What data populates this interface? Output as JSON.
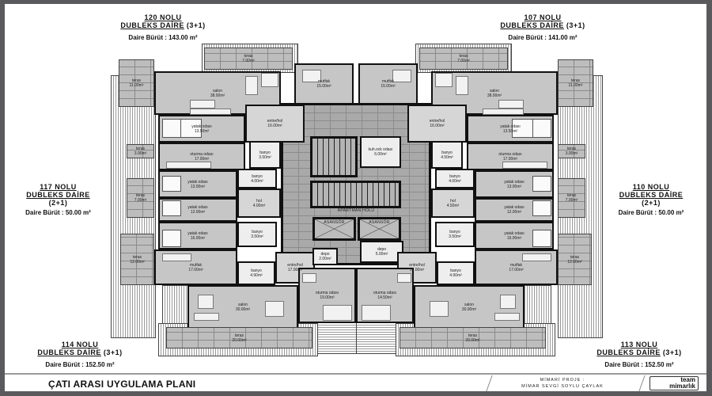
{
  "units": {
    "u120": {
      "no": "120 NOLU",
      "type": "DUBLEKS DAİRE",
      "rooms": "(3+1)",
      "area": "Daire Bürüt  : 143.00 m²"
    },
    "u107": {
      "no": "107 NOLU",
      "type": "DUBLEKS DAİRE",
      "rooms": "(3+1)",
      "area": "Daire Bürüt  : 141.00 m²"
    },
    "u117": {
      "no": "117 NOLU",
      "type": "DUBLEKS DAİRE",
      "rooms": "(2+1)",
      "area": "Daire Bürüt  : 50.00 m²"
    },
    "u110": {
      "no": "110 NOLU",
      "type": "DUBLEKS DAİRE",
      "rooms": "(2+1)",
      "area": "Daire Bürüt  : 50.00 m²"
    },
    "u114": {
      "no": "114 NOLU",
      "type": "DUBLEKS DAİRE",
      "rooms": "(3+1)",
      "area": "Daire Bürüt  : 152.50 m²"
    },
    "u113": {
      "no": "113 NOLU",
      "type": "DUBLEKS DAİRE",
      "rooms": "(3+1)",
      "area": "Daire Bürüt  : 152.50 m²"
    }
  },
  "rooms": {
    "l_teras_top": {
      "name": "teras",
      "area": "7.00m²"
    },
    "l_teras_11": {
      "name": "teras",
      "area": "11.00m²"
    },
    "l_salon": {
      "name": "salon",
      "area": "38.00m²"
    },
    "l_mutfak": {
      "name": "mutfak",
      "area": "15.00m²"
    },
    "l_yatak_135": {
      "name": "yatak odası",
      "area": "13.50m²"
    },
    "l_entrehol_16": {
      "name": "entre/hol",
      "area": "16.00m²"
    },
    "l_oturma_17": {
      "name": "oturma odası",
      "area": "17.00m²"
    },
    "l_banyo_35a": {
      "name": "banyo",
      "area": "3.50m²"
    },
    "l_teras_3": {
      "name": "teras",
      "area": "3.00m²"
    },
    "l_yatak_13": {
      "name": "yatak odası",
      "area": "13.00m²"
    },
    "l_banyo_4": {
      "name": "banyo",
      "area": "4.00m²"
    },
    "l_hol": {
      "name": "hol",
      "area": "4.00m²"
    },
    "l_teras_7": {
      "name": "teras",
      "area": "7.00m²"
    },
    "l_yatak_12": {
      "name": "yatak odası",
      "area": "12.00m²"
    },
    "l_yatak_16": {
      "name": "yatak odası",
      "area": "16.00m²"
    },
    "l_banyo_35b": {
      "name": "banyo",
      "area": "3.50m²"
    },
    "l_teras_12": {
      "name": "teras",
      "area": "12.00m²"
    },
    "l_mutfak_17": {
      "name": "mutfak",
      "area": "17.00m²"
    },
    "l_banyo_49": {
      "name": "banyo",
      "area": "4.90m²"
    },
    "l_entrehol_17": {
      "name": "entre/hol",
      "area": "17.00m²"
    },
    "l_salon_30": {
      "name": "salon",
      "area": "30.00m²"
    },
    "l_oturma_19": {
      "name": "oturma odası",
      "area": "19.00m²"
    },
    "l_teras_20": {
      "name": "teras",
      "area": "20.00m²"
    },
    "l_depo_2": {
      "name": "depo",
      "area": "2.00m²"
    },
    "r_teras_top": {
      "name": "teras",
      "area": "7.00m²"
    },
    "r_teras_11": {
      "name": "teras",
      "area": "11.00m²"
    },
    "r_salon": {
      "name": "salon",
      "area": "38.00m²"
    },
    "r_mutfak": {
      "name": "mutfak",
      "area": "15.00m²"
    },
    "r_yatak_135": {
      "name": "yatak odası",
      "area": "13.50m²"
    },
    "r_entrehol_16": {
      "name": "entre/hol",
      "area": "16.00m²"
    },
    "r_oturma_17": {
      "name": "oturma odası",
      "area": "17.00m²"
    },
    "r_banyo_45": {
      "name": "banyo",
      "area": "4.50m²"
    },
    "r_teras_3": {
      "name": "teras",
      "area": "3.00m²"
    },
    "r_yatak_13": {
      "name": "yatak odası",
      "area": "13.00m²"
    },
    "r_banyo_4": {
      "name": "banyo",
      "area": "4.00m²"
    },
    "r_hol": {
      "name": "hol",
      "area": "4.50m²"
    },
    "r_teras_7": {
      "name": "teras",
      "area": "7.00m²"
    },
    "r_yatak_12": {
      "name": "yatak odası",
      "area": "12.00m²"
    },
    "r_yatak_16": {
      "name": "yatak odası",
      "area": "16.00m²"
    },
    "r_banyo_35": {
      "name": "banyo",
      "area": "3.50m²"
    },
    "r_teras_12": {
      "name": "teras",
      "area": "12.00m²"
    },
    "r_mutfak_17": {
      "name": "mutfak",
      "area": "17.00m²"
    },
    "r_banyo_49": {
      "name": "banyo",
      "area": "4.90m²"
    },
    "r_entrehol_17": {
      "name": "entre/hol",
      "area": "17.00m²"
    },
    "r_salon_30": {
      "name": "salon",
      "area": "30.00m²"
    },
    "r_oturma_145": {
      "name": "oturma odası",
      "area": "14.50m²"
    },
    "r_teras_20": {
      "name": "teras",
      "area": "20.00m²"
    },
    "c_kuh": {
      "name": "kuh.ock odası",
      "area": "6.00m²"
    },
    "c_depo_5": {
      "name": "depo",
      "area": "5.00m²"
    }
  },
  "core": {
    "hall": "APARTMAN HOLÜ",
    "lift1": "ASANSÖR",
    "lift2": "ASANSÖR"
  },
  "titlebar": {
    "title": "ÇATI ARASI UYGULAMA PLANI",
    "architect_label": "MİMARİ PROJE :",
    "architect_name": "MİMAR SEVGİ SOYLU ÇAYLAK",
    "logo_line1": "team",
    "logo_line2": "mimarlık"
  }
}
